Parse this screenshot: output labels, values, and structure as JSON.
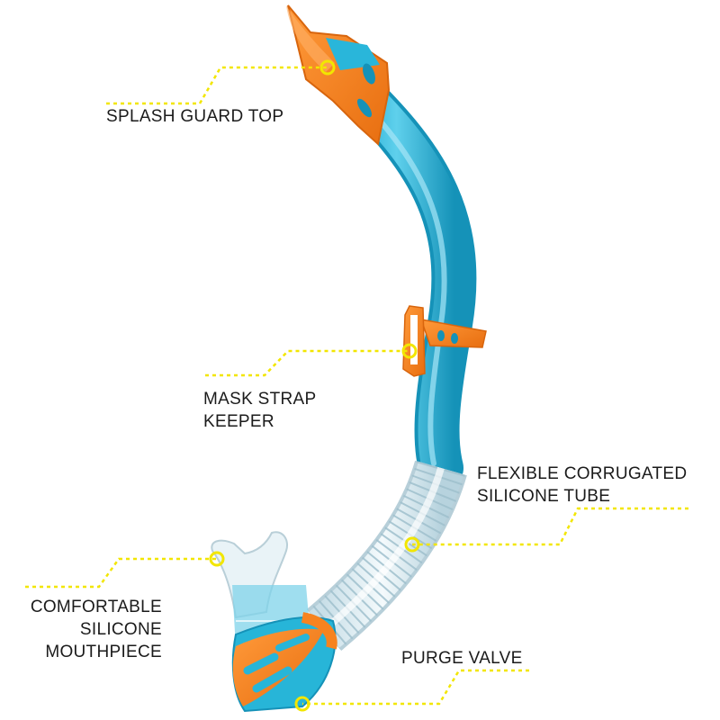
{
  "diagram": {
    "callouts": {
      "splash_guard": {
        "lines": [
          "SPLASH GUARD TOP"
        ]
      },
      "mask_strap": {
        "lines": [
          "MASK STRAP",
          "KEEPER"
        ]
      },
      "corrugated_tube": {
        "lines": [
          "FLEXIBLE CORRUGATED",
          "SILICONE TUBE"
        ]
      },
      "mouthpiece": {
        "lines": [
          "COMFORTABLE",
          "SILICONE",
          "MOUTHPIECE"
        ]
      },
      "purge_valve": {
        "lines": [
          "PURGE VALVE"
        ]
      }
    },
    "colors": {
      "tube_blue": "#27b5d8",
      "tube_blue_dark": "#1592b8",
      "accent_orange": "#f7831f",
      "leader_yellow": "#f2e600",
      "clear_silicone": "#dfeef5",
      "label_text": "#1b1b1b"
    }
  }
}
